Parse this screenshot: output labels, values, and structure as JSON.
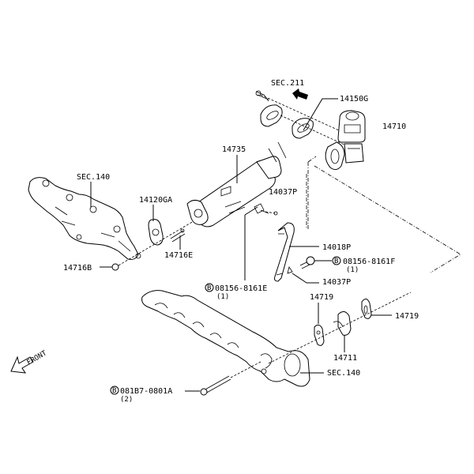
{
  "diagram": {
    "title": "EGR Valve / Exhaust Manifold parts diagram",
    "labels": {
      "sec211": "SEC.211",
      "p14150g": "14150G",
      "p14710": "14710",
      "p14735": "14735",
      "sec140_top": "SEC.140",
      "p14120ga": "14120GA",
      "p14037p_top": "14037P",
      "p14716e": "14716E",
      "p14716b": "14716B",
      "p14018p": "14018P",
      "bolt_08156_8161f": "08156-8161F",
      "bolt_08156_8161f_qty": "(1)",
      "p14037p_bottom": "14037P",
      "bolt_08156_8161e": "08156-8161E",
      "bolt_08156_8161e_qty": "(1)",
      "p14719_left": "14719",
      "p14719_right": "14719",
      "p14711": "14711",
      "sec140_bottom": "SEC.140",
      "bolt_081b7_0801a": "081B7-0801A",
      "bolt_081b7_0801a_qty": "(2)",
      "front": "FRONT",
      "circle_b": "B"
    }
  }
}
